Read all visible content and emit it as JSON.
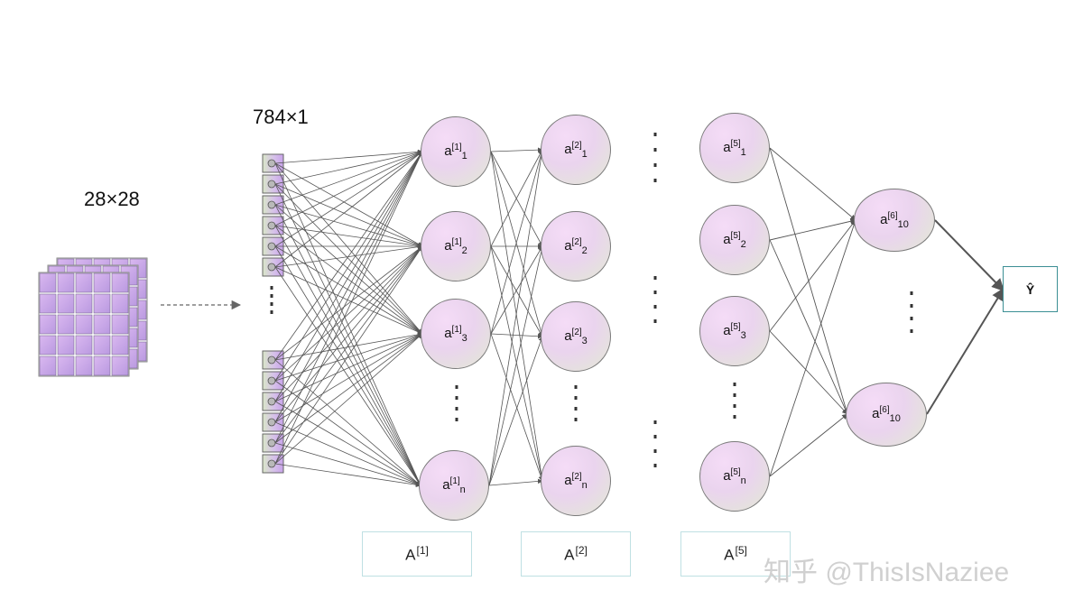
{
  "labels": {
    "image_dims": "28×28",
    "vector_dims": "784×1",
    "output": "Ŷ",
    "watermark": "知乎 @ThisIsNaziee"
  },
  "layer_boxes": [
    {
      "base": "A",
      "sup": "[1]"
    },
    {
      "base": "A",
      "sup": "[2]"
    },
    {
      "base": "A",
      "sup": "[5]"
    }
  ],
  "nodes": {
    "layer1": [
      {
        "base": "a",
        "sup": "[1]",
        "sub": "1"
      },
      {
        "base": "a",
        "sup": "[1]",
        "sub": "2"
      },
      {
        "base": "a",
        "sup": "[1]",
        "sub": "3"
      },
      {
        "base": "a",
        "sup": "[1]",
        "sub": "n"
      }
    ],
    "layer2": [
      {
        "base": "a",
        "sup": "[2]",
        "sub": "1"
      },
      {
        "base": "a",
        "sup": "[2]",
        "sub": "2"
      },
      {
        "base": "a",
        "sup": "[2]",
        "sub": "3"
      },
      {
        "base": "a",
        "sup": "[2]",
        "sub": "n"
      }
    ],
    "layer5": [
      {
        "base": "a",
        "sup": "[5]",
        "sub": "1"
      },
      {
        "base": "a",
        "sup": "[5]",
        "sub": "2"
      },
      {
        "base": "a",
        "sup": "[5]",
        "sub": "3"
      },
      {
        "base": "a",
        "sup": "[5]",
        "sub": "n"
      }
    ],
    "layer6": [
      {
        "base": "a",
        "sup": "[6]",
        "sub": "10"
      },
      {
        "base": "a",
        "sup": "[6]",
        "sub": "10"
      }
    ]
  },
  "colors": {
    "node_fill_top": "#f5dcf7",
    "node_fill_bottom": "#e2ead4",
    "edge": "#555555",
    "output_border": "#3c8f94",
    "layer_box_border": "#bfe0e3",
    "grid_cell": "#c9a6e8"
  }
}
